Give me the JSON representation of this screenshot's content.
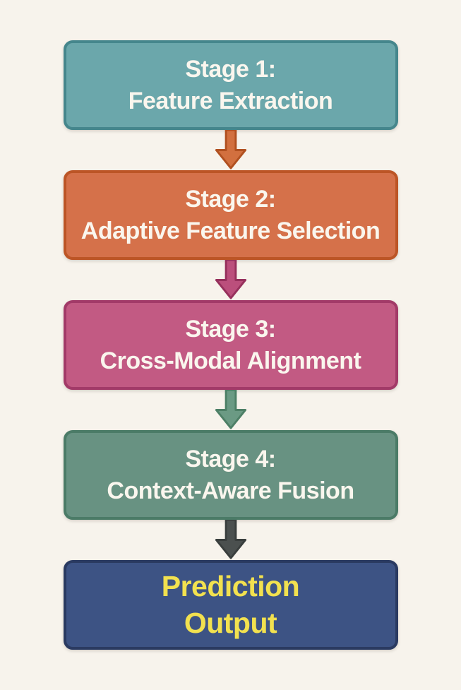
{
  "diagram": {
    "title": "Model pipeline flowchart",
    "background_color": "#f7f3ec",
    "stages": [
      {
        "id": "stage-1",
        "line1": "Stage 1:",
        "line2": "Feature Extraction",
        "fill": "#6ba7ab",
        "border": "#45868c",
        "text_color": "#faf6ee"
      },
      {
        "id": "stage-2",
        "line1": "Stage 2:",
        "line2": "Adaptive Feature Selection",
        "fill": "#d5714a",
        "border": "#bc5526",
        "text_color": "#faf6ee"
      },
      {
        "id": "stage-3",
        "line1": "Stage 3:",
        "line2": "Cross-Modal Alignment",
        "fill": "#c25a83",
        "border": "#a23a68",
        "text_color": "#faf6ee"
      },
      {
        "id": "stage-4",
        "line1": "Stage 4:",
        "line2": "Context-Aware Fusion",
        "fill": "#689282",
        "border": "#4b7b67",
        "text_color": "#faf6ee"
      },
      {
        "id": "prediction-output",
        "line1": "Prediction",
        "line2": "Output",
        "fill": "#3d5384",
        "border": "#2a3a61",
        "text_color": "#f2e14f"
      }
    ],
    "arrows": [
      {
        "from": "stage-1",
        "to": "stage-2",
        "fill": "#d2703f",
        "outline": "#b05020"
      },
      {
        "from": "stage-2",
        "to": "stage-3",
        "fill": "#bb4f7c",
        "outline": "#96305c"
      },
      {
        "from": "stage-3",
        "to": "stage-4",
        "fill": "#6b9a84",
        "outline": "#4d7f66"
      },
      {
        "from": "stage-4",
        "to": "prediction-output",
        "fill": "#4b504f",
        "outline": "#393e3d"
      }
    ]
  }
}
